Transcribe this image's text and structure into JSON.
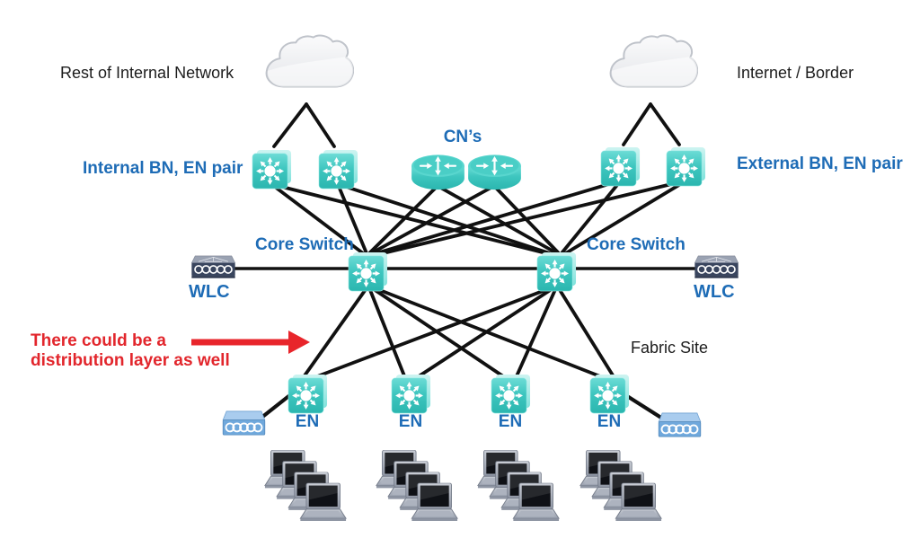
{
  "labels": {
    "cloud_left": "Rest of Internal Network",
    "cloud_right": "Internet / Border",
    "cns": "CN’s",
    "internal_pair": "Internal BN, EN pair",
    "external_pair": "External BN, EN pair",
    "core_switch_left": "Core Switch",
    "core_switch_right": "Core Switch",
    "wlc_left": "WLC",
    "wlc_right": "WLC",
    "fabric_site": "Fabric Site",
    "annotation_line1": "There could be a",
    "annotation_line2": "distribution layer as well",
    "en_labels": [
      "EN",
      "EN",
      "EN",
      "EN"
    ]
  },
  "icons": {
    "cloud": "cloud-icon",
    "layer3_switch": "switch-icon",
    "router": "router-icon",
    "wlc": "wireless-lan-controller-icon",
    "access_point": "access-point-icon",
    "laptops": "laptop-stack-icon",
    "red_arrow": "red-arrow-icon"
  },
  "colors": {
    "label_blue": "#1e6cb6",
    "annotation_red": "#e2262c",
    "device_teal": "#3cc4bc",
    "wlc_navy": "#39455e",
    "ap_blue": "#6fa8dc",
    "line_black": "#111111",
    "text_black": "#1c1c1c"
  }
}
